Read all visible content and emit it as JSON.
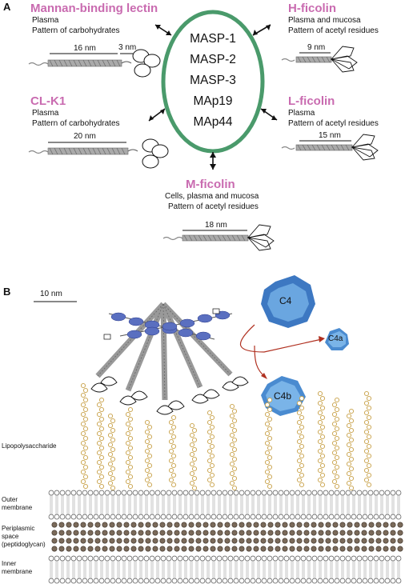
{
  "panel_a": {
    "letter": "A",
    "center": {
      "items": [
        "MASP-1",
        "MASP-2",
        "MASP-3",
        "MAp19",
        "MAp44"
      ],
      "ring_color": "#4a9a6b"
    },
    "molecules": {
      "mbl": {
        "title": "Mannan-binding lectin",
        "line1": "Plasma",
        "line2": "Pattern of carbohydrates",
        "length": "16 nm",
        "head": "3 nm"
      },
      "clk1": {
        "title": "CL-K1",
        "line1": "Plasma",
        "line2": "Pattern of carbohydrates",
        "length": "20 nm"
      },
      "hficolin": {
        "title": "H-ficolin",
        "line1": "Plasma and mucosa",
        "line2": "Pattern of acetyl residues",
        "length": "9 nm"
      },
      "lficolin": {
        "title": "L-ficolin",
        "line1": "Plasma",
        "line2": "Pattern of acetyl residues",
        "length": "15 nm"
      },
      "mficolin": {
        "title": "M-ficolin",
        "line1": "Cells, plasma and mucosa",
        "line2": "Pattern of acetyl residues",
        "length": "18 nm"
      }
    },
    "title_color": "#c96bb0"
  },
  "panel_b": {
    "letter": "B",
    "scale": "10 nm",
    "c4": "C4",
    "c4a": "C4a",
    "c4b": "C4b",
    "layers": {
      "lps": "Lipopolysaccharide",
      "outer1": "Outer",
      "outer2": "membrane",
      "peri1": "Periplasmic",
      "peri2": "space",
      "peri3": "(peptidoglycan)",
      "inner1": "Inner",
      "inner2": "membrane"
    },
    "colors": {
      "c4_dark": "#3d78c2",
      "c4_light": "#6aa6e0",
      "lps": "#c9a24a",
      "arrow": "#b03020"
    }
  }
}
